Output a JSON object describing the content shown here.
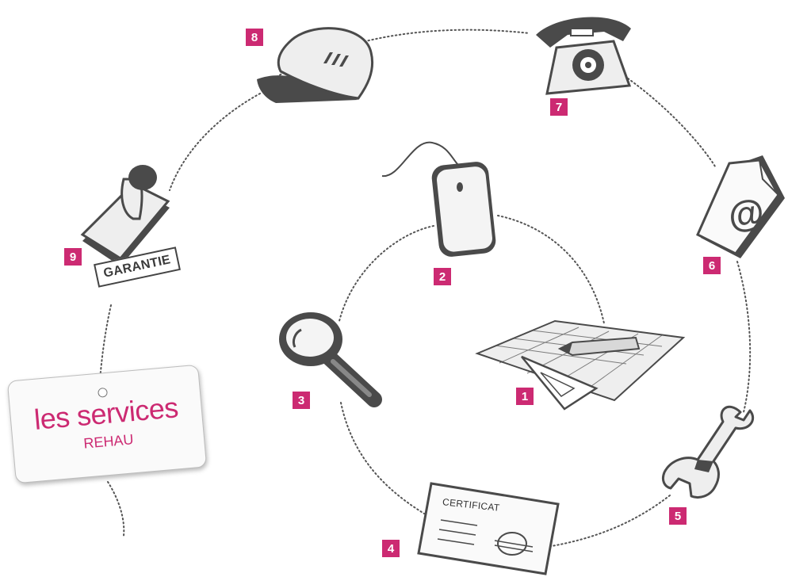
{
  "diagram": {
    "tag": {
      "title": "les services",
      "subtitle": "REHAU"
    },
    "colors": {
      "accent": "#cc2a72",
      "icon_dark": "#4a4a4a",
      "icon_light": "#eeeeee"
    },
    "steps": [
      {
        "number": "1",
        "icon": "plan-icon"
      },
      {
        "number": "2",
        "icon": "mouse-icon"
      },
      {
        "number": "3",
        "icon": "magnifier-icon"
      },
      {
        "number": "4",
        "icon": "certificate-icon",
        "label": "CERTIFICAT"
      },
      {
        "number": "5",
        "icon": "wrench-icon"
      },
      {
        "number": "6",
        "icon": "email-document-icon"
      },
      {
        "number": "7",
        "icon": "telephone-icon"
      },
      {
        "number": "8",
        "icon": "hard-hat-icon"
      },
      {
        "number": "9",
        "icon": "stamp-icon",
        "label": "GARANTIE"
      }
    ]
  }
}
